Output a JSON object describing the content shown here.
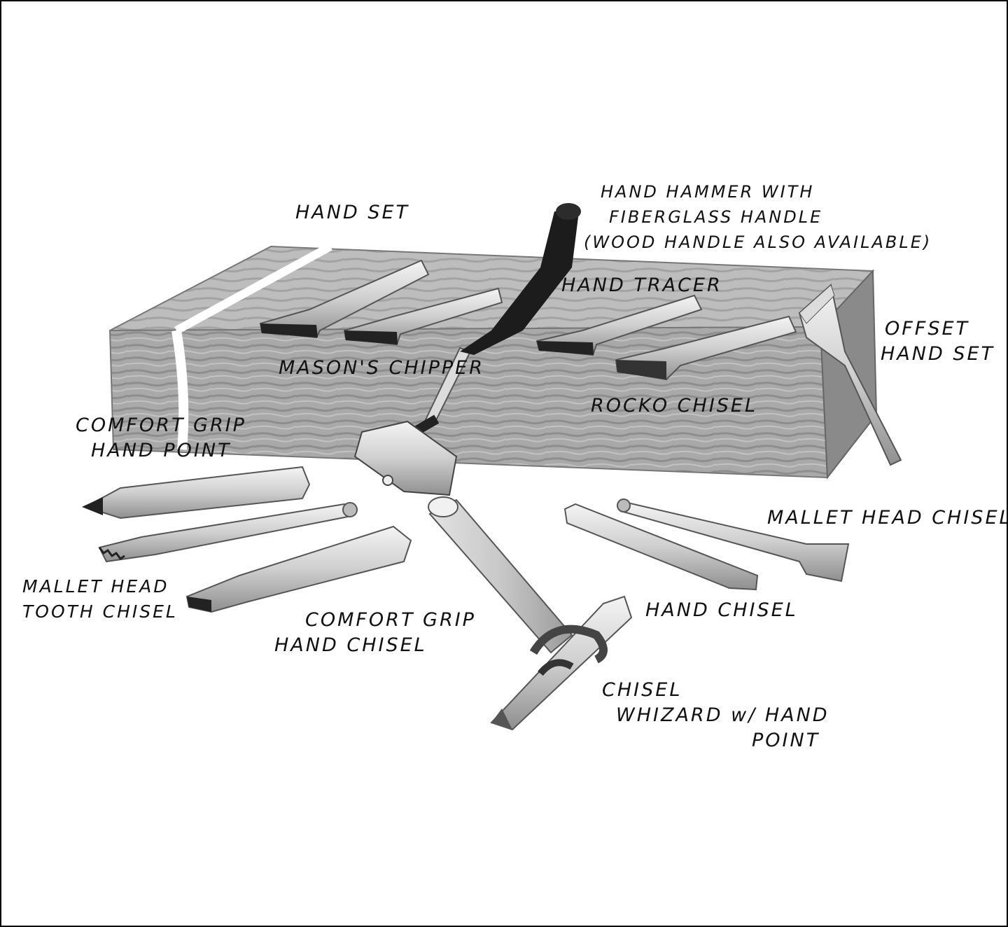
{
  "labels": {
    "hand_set": "HAND SET",
    "hand_hammer": [
      "HAND HAMMER WITH",
      "FIBERGLASS HANDLE",
      "(WOOD HANDLE ALSO AVAILABLE)"
    ],
    "hand_tracer": "HAND TRACER",
    "masons_chipper": "MASON'S CHIPPER",
    "offset_hand_set": [
      "OFFSET",
      "HAND SET"
    ],
    "rocko_chisel": "ROCKO CHISEL",
    "comfort_grip_hand_point": [
      "COMFORT GRIP",
      "HAND POINT"
    ],
    "mallet_head_chisel": "MALLET HEAD CHISEL",
    "mallet_head_tooth_chisel": [
      "MALLET HEAD",
      "TOOTH CHISEL"
    ],
    "hand_chisel": "HAND CHISEL",
    "comfort_grip_hand_chisel": [
      "COMFORT GRIP",
      "HAND CHISEL"
    ],
    "chisel_whizard": [
      "CHISEL",
      "WHIZARD w/ HAND",
      "POINT"
    ]
  }
}
